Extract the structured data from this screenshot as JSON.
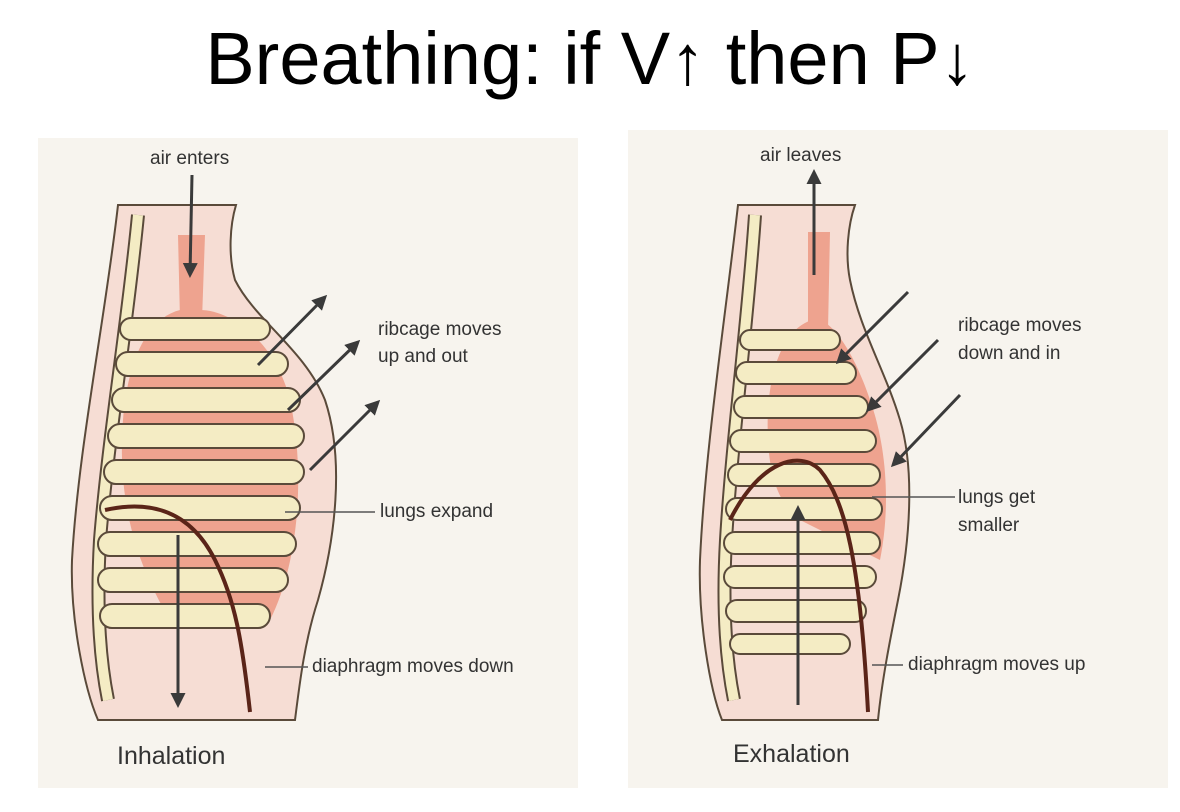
{
  "title": {
    "text_part1": "Breathing: if V",
    "up_arrow": "↑",
    "text_part2": " then P",
    "down_arrow": "↓"
  },
  "inhalation": {
    "caption": "Inhalation",
    "air_label": "air enters",
    "ribcage_label_line1": "ribcage moves",
    "ribcage_label_line2": "up and out",
    "lungs_label": "lungs expand",
    "diaphragm_label": "diaphragm moves down"
  },
  "exhalation": {
    "caption": "Exhalation",
    "air_label": "air leaves",
    "ribcage_label_line1": "ribcage moves",
    "ribcage_label_line2": "down and in",
    "lungs_label_line1": "lungs get",
    "lungs_label_line2": "smaller",
    "diaphragm_label": "diaphragm moves up"
  },
  "colors": {
    "body_fill": "#f6ddd4",
    "lung_fill": "#eea38f",
    "rib_fill": "#f4ecc4",
    "outline": "#5a4a3a",
    "diaphragm": "#5a2418",
    "arrow": "#3a3a3a"
  }
}
